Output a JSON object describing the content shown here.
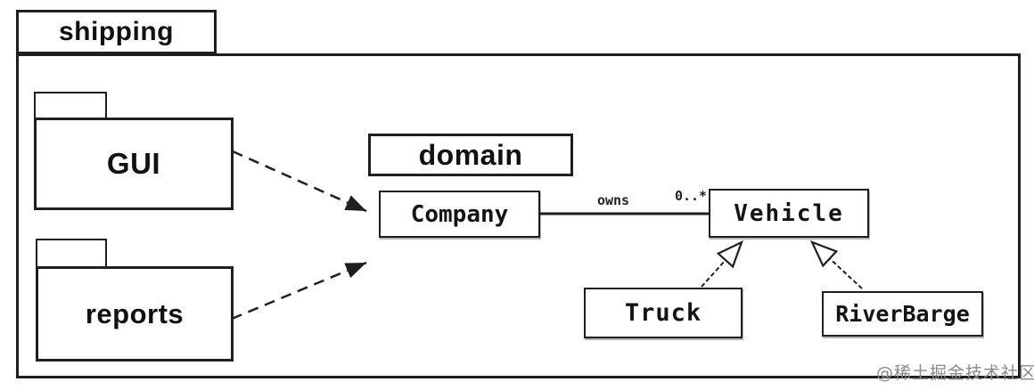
{
  "diagram_type": "uml-package-diagram",
  "packages": {
    "shipping": {
      "label": "shipping"
    },
    "gui": {
      "label": "GUI"
    },
    "reports": {
      "label": "reports"
    },
    "domain": {
      "label": "domain"
    }
  },
  "classes": {
    "company": {
      "label": "Company"
    },
    "vehicle": {
      "label": "Vehicle"
    },
    "truck": {
      "label": "Truck"
    },
    "riverbarge": {
      "label": "RiverBarge"
    }
  },
  "relations": {
    "association": {
      "from": "Company",
      "to": "Vehicle",
      "name": "owns",
      "multiplicity": "0..*",
      "line_style": "solid"
    },
    "generalizations": [
      {
        "from": "Truck",
        "to": "Vehicle",
        "arrowhead": "hollow-triangle"
      },
      {
        "from": "RiverBarge",
        "to": "Vehicle",
        "arrowhead": "hollow-triangle"
      }
    ],
    "dependencies": [
      {
        "from": "GUI",
        "to": "domain",
        "line_style": "dashed",
        "arrowhead": "filled"
      },
      {
        "from": "reports",
        "to": "domain",
        "line_style": "dashed",
        "arrowhead": "filled"
      }
    ]
  },
  "colors": {
    "line": "#1f1f1f",
    "background": "#ffffff",
    "watermark": "#8a8a8a"
  },
  "watermark": {
    "text": "@稀土掘金技术社区"
  }
}
